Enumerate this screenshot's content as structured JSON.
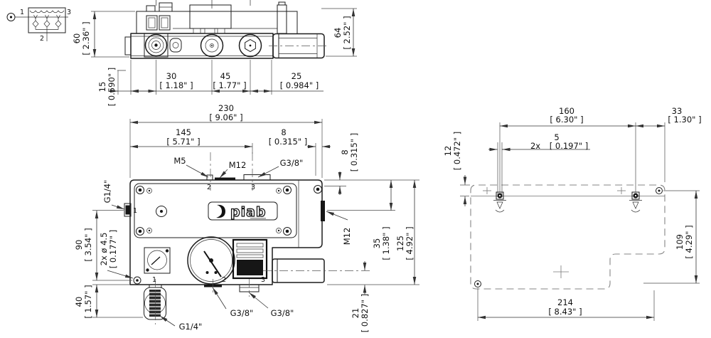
{
  "schematic": {
    "port1": "1",
    "port2": "2",
    "port3": "3"
  },
  "top_view": {
    "dims": {
      "height_left_mm": "60",
      "height_left_in": "[ 2.36\" ]",
      "height_right_mm": "64",
      "height_right_in": "[ 2.52\" ]",
      "offset_mm": "15",
      "offset_in": "[ 0.590\" ]",
      "port1_mm": "30",
      "port1_in": "[ 1.18\" ]",
      "port2_mm": "45",
      "port2_in": "[ 1.77\" ]",
      "port3_mm": "25",
      "port3_in": "[ 0.984\" ]"
    }
  },
  "front_view": {
    "logo": "piab",
    "dims": {
      "width_mm": "230",
      "width_in": "[ 9.06\" ]",
      "sub_width_mm": "145",
      "sub_width_in": "[ 5.71\" ]",
      "top_offset_mm": "8",
      "top_offset_in": "[ 0.315\" ]",
      "right_offset_mm": "8",
      "right_offset_in": "[ 0.315\" ]",
      "left_height_mm": "90",
      "left_height_in": "[ 3.54\" ]",
      "left_lower_mm": "40",
      "left_lower_in": "[ 1.57\" ]",
      "right_upper_mm": "35",
      "right_upper_in": "[ 1.38\" ]",
      "right_height_mm": "125",
      "right_height_in": "[ 4.92\" ]",
      "bottom_offset_mm": "21",
      "bottom_offset_in": "[ 0.827\" ]"
    },
    "labels": {
      "m5": "M5",
      "m12_top": "M12",
      "g38_top": "G3/8\"",
      "g14_left": "G1/4\"",
      "m12_right": "M12",
      "g38_bottom_left": "G3/8\"",
      "g38_bottom_right": "G3/8\"",
      "g14_bottom": "G1/4\"",
      "holes_line1": "2x ø 4.5",
      "holes_line2": "[ 0.177\" ]"
    },
    "ports": {
      "top_2": "2",
      "top_3": "3",
      "left_1": "1",
      "bottom_1": "1",
      "bottom_2": "2",
      "bottom_3": "3"
    }
  },
  "footprint_view": {
    "dims": {
      "width_mm": "160",
      "width_in": "[ 6.30\" ]",
      "edge_mm": "33",
      "edge_in": "[ 1.30\" ]",
      "slot_qty": "2x",
      "slot_mm": "5",
      "slot_in": "[ 0.197\" ]",
      "top_mm": "12",
      "top_in": "[ 0.472\" ]",
      "height_mm": "109",
      "height_in": "[ 4.29\" ]",
      "length_mm": "214",
      "length_in": "[ 8.43\" ]"
    }
  }
}
